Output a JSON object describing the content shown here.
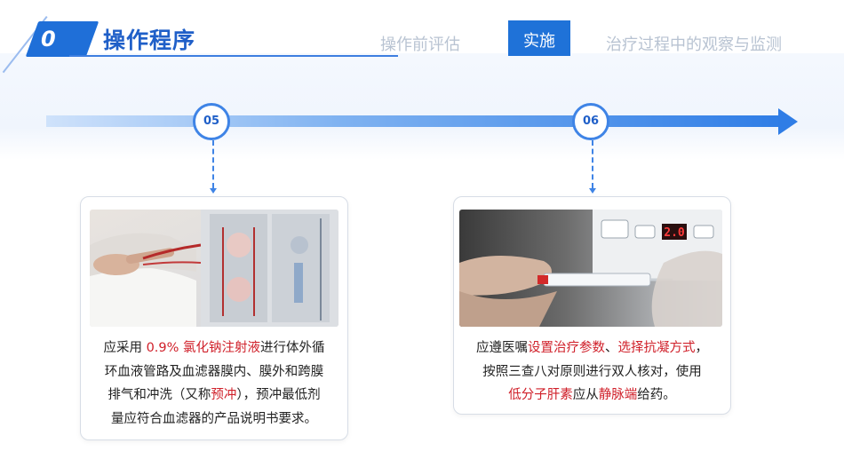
{
  "header": {
    "number": "0",
    "title": "操作程序",
    "nav": [
      {
        "label": "操作前评估",
        "active": false
      },
      {
        "label": "实施",
        "active": true
      },
      {
        "label": "治疗过程中的观察与监测",
        "active": false
      }
    ]
  },
  "timeline": {
    "nodes": [
      "05",
      "06"
    ]
  },
  "cards": [
    {
      "lines": [
        [
          "应采用  ",
          {
            "red": "0.9% 氯化钠注射液"
          },
          "进行体外循"
        ],
        [
          "环血液管路及血滤器膜内、膜外和跨膜"
        ],
        [
          "排气和冲洗（又称",
          {
            "red": "预冲"
          },
          "），预冲最低剂"
        ],
        [
          "量应符合血滤器的产品说明书要求。"
        ]
      ]
    },
    {
      "lines": [
        [
          "应遵医嘱",
          {
            "red": "设置治疗参数"
          },
          "、",
          {
            "red": "选择抗凝方式"
          },
          "，"
        ],
        [
          "按照三查八对原则进行双人核对，使用"
        ],
        [
          {
            "red": "低分子肝素"
          },
          "应从",
          {
            "red": "静脉端"
          },
          "给药。"
        ]
      ]
    }
  ],
  "photo2": {
    "display_value": "2.0"
  }
}
